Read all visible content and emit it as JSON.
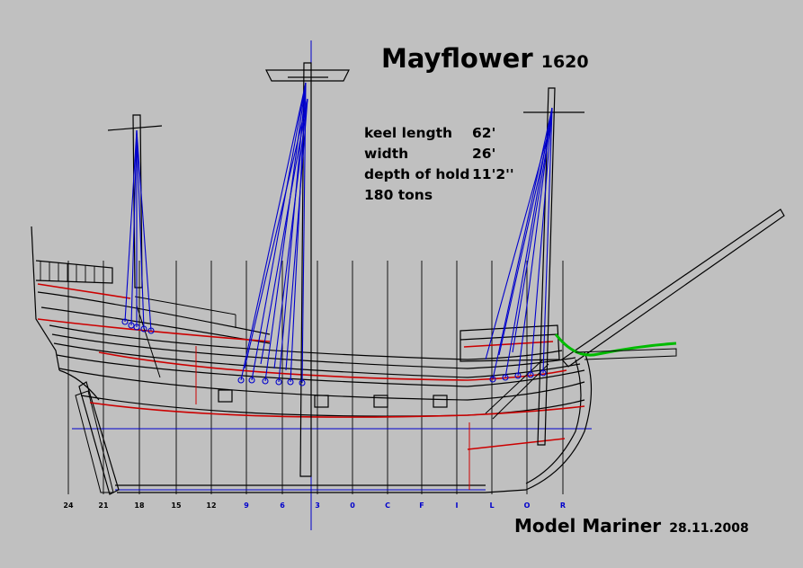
{
  "title": {
    "main": "Mayflower",
    "year": "1620"
  },
  "specs": [
    {
      "label": "keel length",
      "value": "62'"
    },
    {
      "label": "width",
      "value": "26'"
    },
    {
      "label": "depth of hold",
      "value": "11'2''"
    },
    {
      "label": "180 tons",
      "value": ""
    }
  ],
  "stations": [
    "24",
    "21",
    "18",
    "15",
    "12",
    "9",
    "6",
    "3",
    "0",
    "C",
    "F",
    "I",
    "L",
    "O",
    "R"
  ],
  "credit": {
    "main": "Model Mariner",
    "date": "28.11.2008"
  },
  "colors": {
    "background": "#c0c0c0",
    "hull_lines": "#000000",
    "rigging": "#0000cc",
    "wales": "#cc0000",
    "bowsprit_rigging": "#00bb00"
  }
}
